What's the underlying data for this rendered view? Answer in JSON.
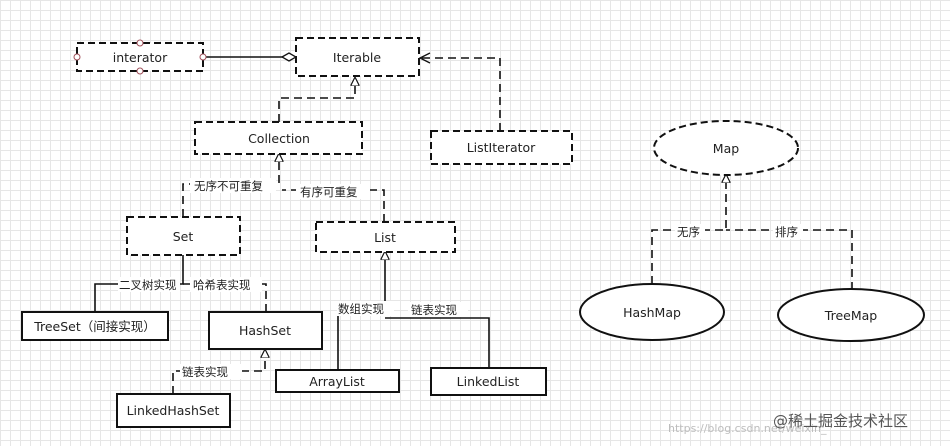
{
  "nodes": {
    "interator": "interator",
    "iterable": "Iterable",
    "collection": "Collection",
    "listiterator": "ListIterator",
    "set": "Set",
    "list": "List",
    "treeset": "TreeSet（间接实现）",
    "hashset": "HashSet",
    "linkedhashset": "LinkedHashSet",
    "arraylist": "ArrayList",
    "linkedlist": "LinkedList",
    "map": "Map",
    "hashmap": "HashMap",
    "treemap": "TreeMap"
  },
  "edge_labels": {
    "set_to_collection": "无序不可重复",
    "list_to_collection": "有序可重复",
    "treeset_to_set": "二叉树实现",
    "hashset_to_set": "哈希表实现",
    "arraylist_to_list": "数组实现",
    "linkedlist_to_list": "链表实现",
    "linkedhashset_to_hashset": "链表实现",
    "hashmap_to_map": "无序",
    "treemap_to_map": "排序"
  },
  "watermark": {
    "url": "https://blog.csdn.net/weixin_",
    "label": "@稀土掘金技术社区"
  }
}
